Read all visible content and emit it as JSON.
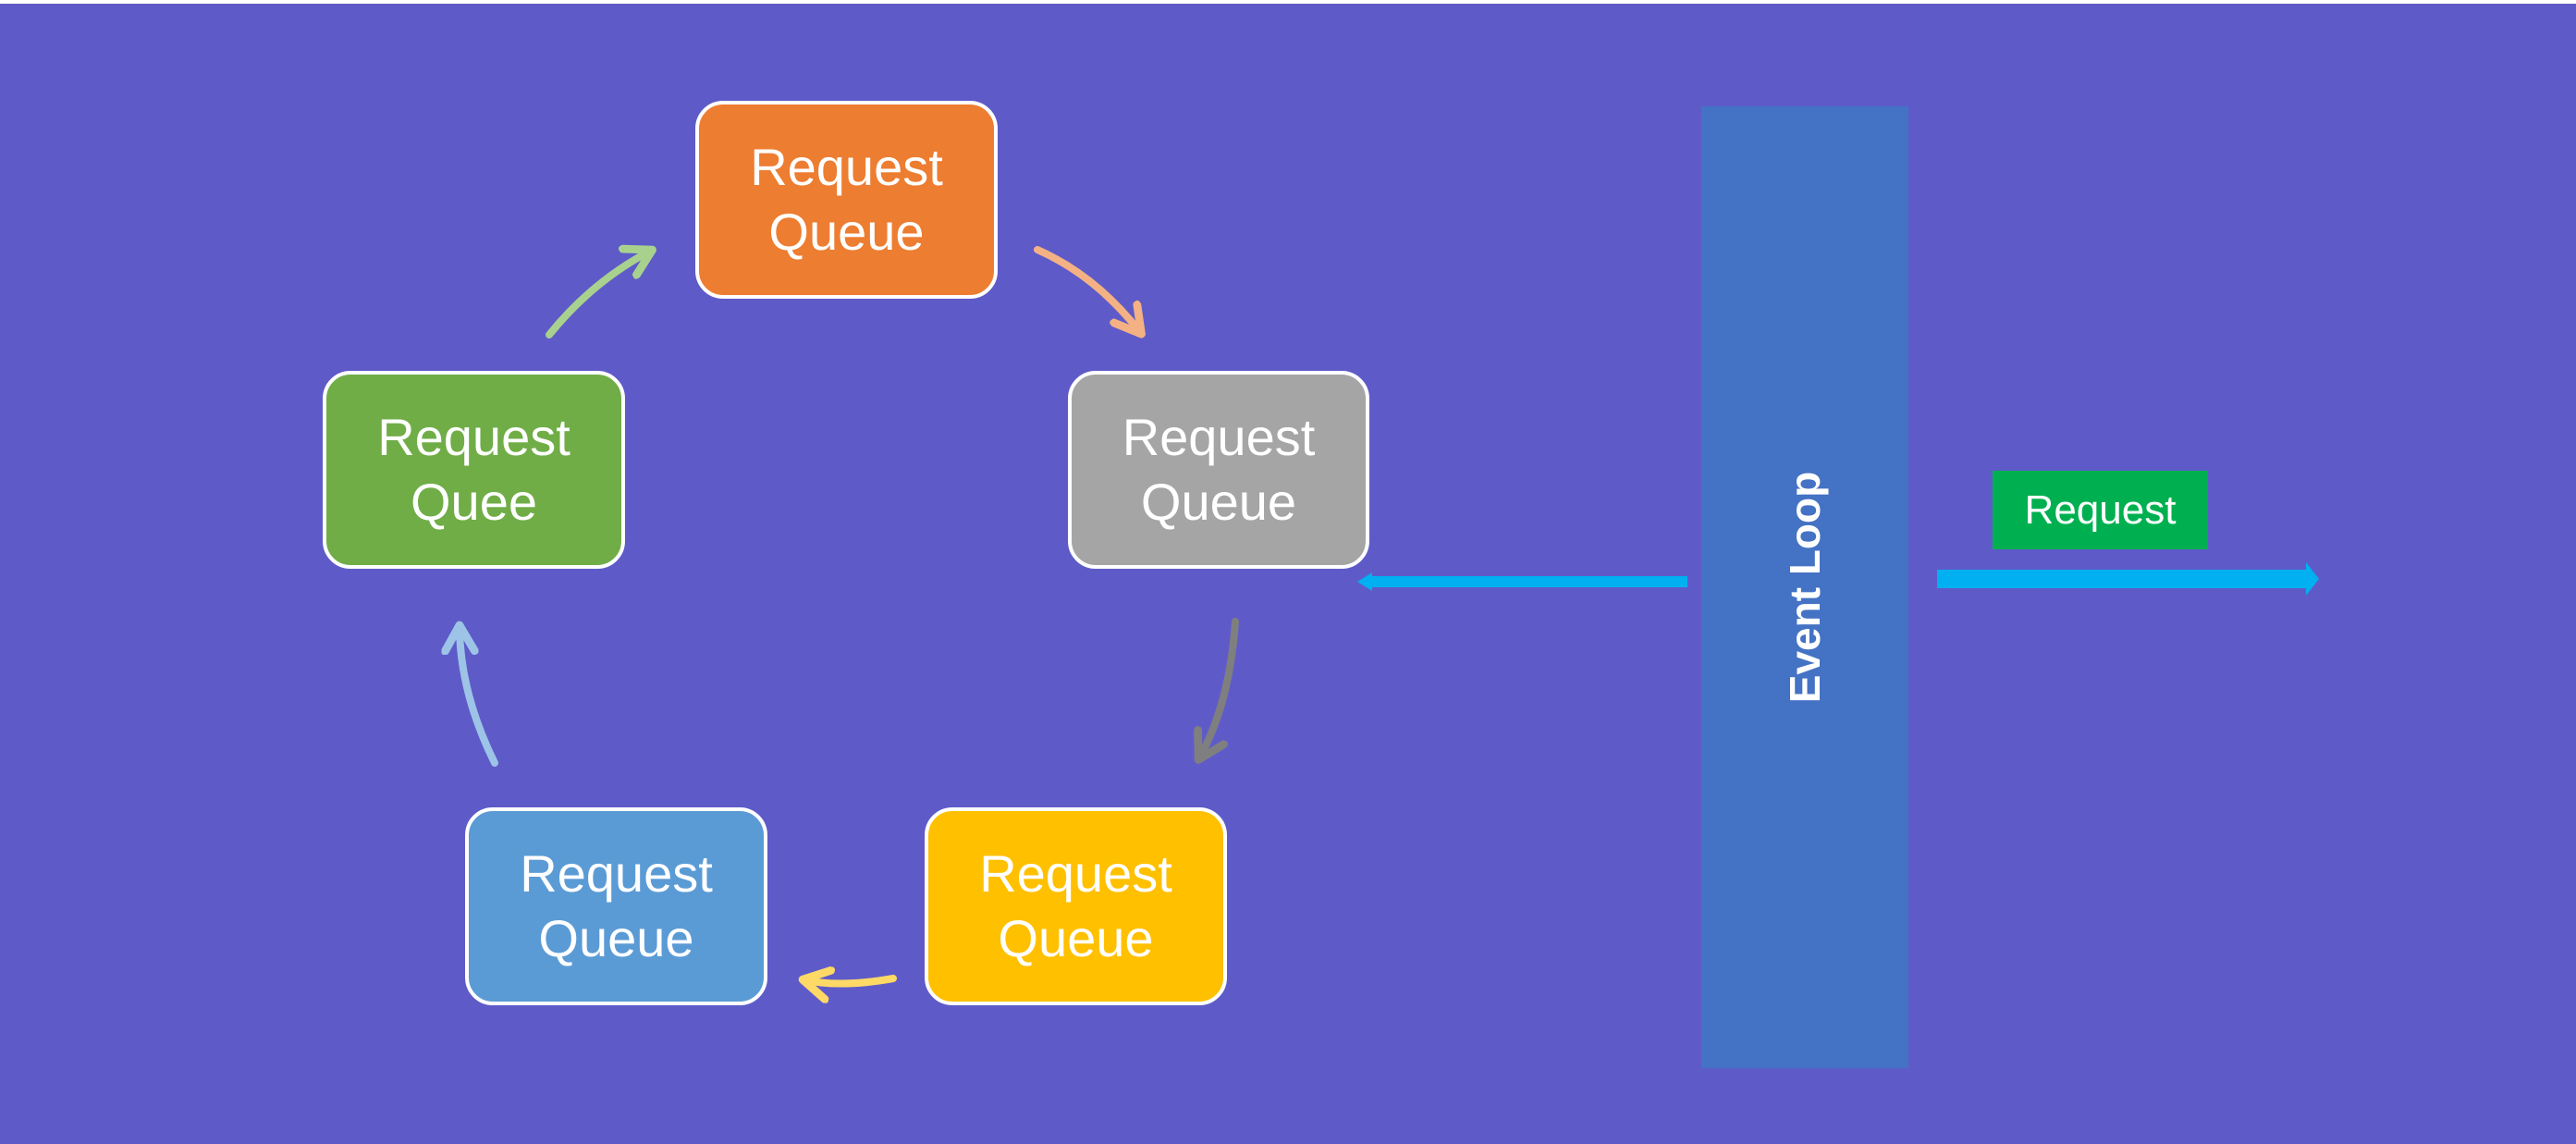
{
  "diagram": {
    "queues": {
      "orange": {
        "line1": "Request",
        "line2": "Queue",
        "color": "#ED7D31"
      },
      "gray": {
        "line1": "Request",
        "line2": "Queue",
        "color": "#A5A5A5"
      },
      "yellow": {
        "line1": "Request",
        "line2": "Queue",
        "color": "#FFC000"
      },
      "blue": {
        "line1": "Request",
        "line2": "Queue",
        "color": "#5B9BD5"
      },
      "green": {
        "line1": "Request",
        "line2": "Quee",
        "color": "#70AD47"
      }
    },
    "event_loop": {
      "label": "Event Loop",
      "color": "#4472C4"
    },
    "request_tag": {
      "label": "Request",
      "color": "#00B050"
    },
    "colors": {
      "background": "#5E5BC9",
      "connector": "#00B0F0",
      "arrow_orange_to_gray": "#F4B183",
      "arrow_gray_to_yellow": "#7F7F7F",
      "arrow_yellow_to_blue": "#FFD966",
      "arrow_blue_to_green": "#9DC3E6",
      "arrow_green_to_orange": "#A9D18E"
    }
  }
}
